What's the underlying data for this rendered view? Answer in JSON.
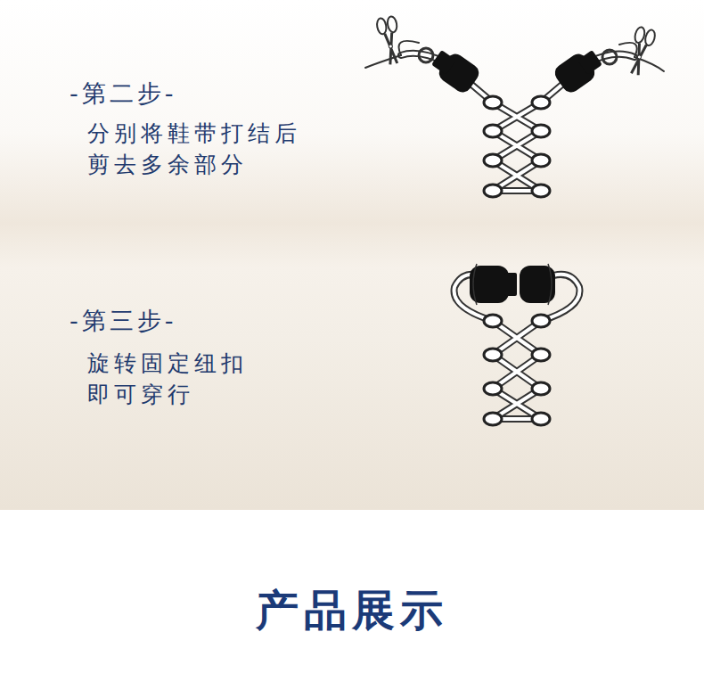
{
  "diagram": {
    "title": "产品展示",
    "labels": [
      "-第二步-",
      "分别将鞋带打结后 剪去多余部分",
      "-第三步-",
      "旋转固定纽扣 即可穿行"
    ]
  }
}
